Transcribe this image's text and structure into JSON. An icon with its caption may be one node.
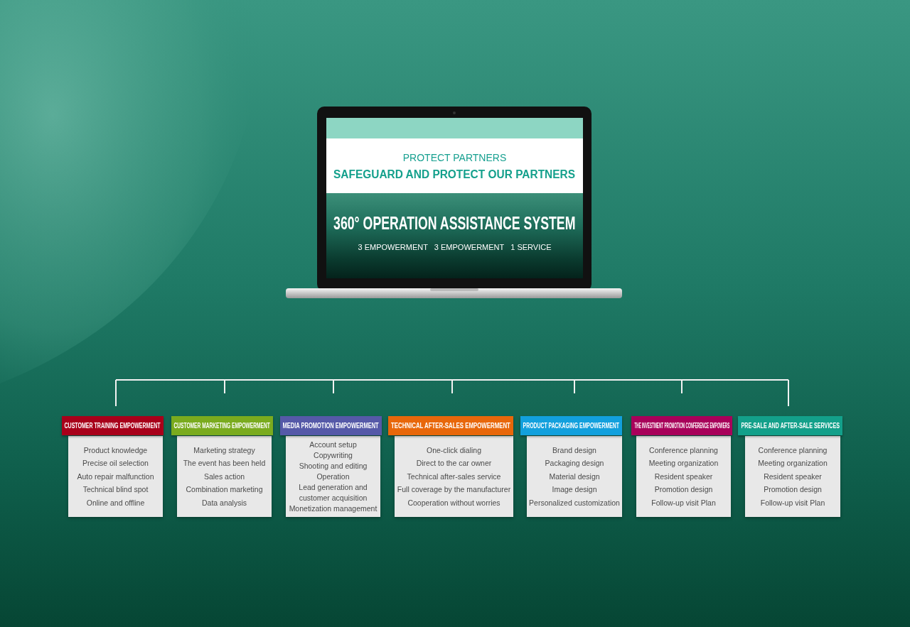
{
  "diagram": {
    "nodes": [
      {
        "text": [
          "PROTECT PARTNERS",
          "SAFEGUARD AND PROTECT OUR PARTNERS",
          "360° OPERATION ASSISTANCE SYSTEM",
          "3 EMPOWERMENT   3 EMPOWERMENT   1 SERVICE"
        ]
      },
      {
        "text": [
          "CUSTOMER TRAINING EMPOWERMENT",
          "Product knowledge",
          "Precise oil selection",
          "Auto repair malfunction",
          "Technical blind spot",
          "Online and offline"
        ]
      },
      {
        "text": [
          "CUSTOMER MARKETING EMPOWERMENT",
          "Marketing strategy",
          "The event has been held",
          "Sales action",
          "Combination marketing",
          "Data analysis"
        ]
      },
      {
        "text": [
          "MEDIA PROMOTION EMPOWERMENT",
          "Account setup",
          "Copywriting",
          "Shooting and editing",
          "Operation",
          "Lead generation and customer acquisition",
          "Monetization management"
        ]
      },
      {
        "text": [
          "TECHNICAL AFTER-SALES EMPOWERMENT",
          "One-click dialing",
          "Direct to the car owner",
          "Technical after-sales service",
          "Full coverage by the manufacturer",
          "Cooperation without worries"
        ]
      },
      {
        "text": [
          "PRODUCT PACKAGING EMPOWERMENT",
          "Brand design",
          "Packaging design",
          "Material design",
          "Image design",
          "Personalized customization"
        ]
      },
      {
        "text": [
          "THE INVESTMENT PROMOTION CONFERENCE EMPOWERS",
          "Conference planning",
          "Meeting organization",
          "Resident speaker",
          "Promotion design",
          "Follow-up visit Plan"
        ]
      },
      {
        "text": [
          "PRE-SALE AND AFTER-SALE SERVICES",
          "Conference planning",
          "Meeting organization",
          "Resident speaker",
          "Promotion design",
          "Follow-up visit Plan"
        ]
      }
    ]
  }
}
